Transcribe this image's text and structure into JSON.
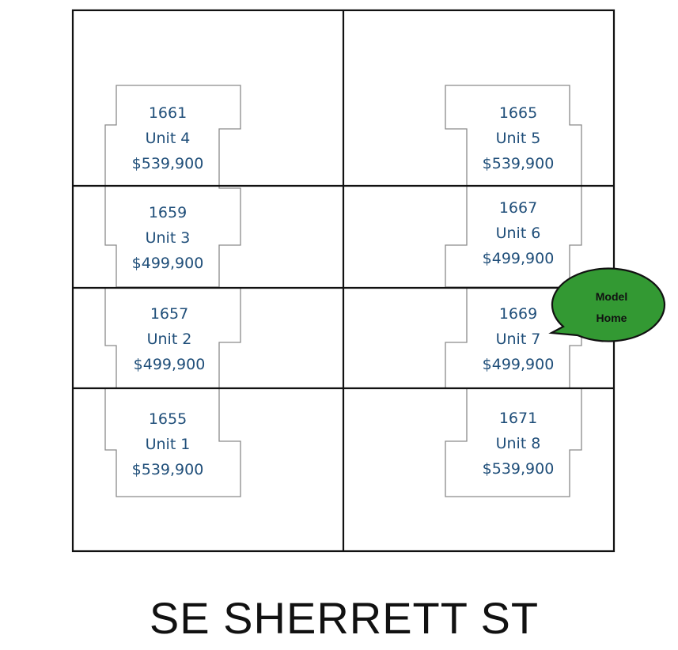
{
  "street": {
    "name": "SE SHERRETT ST"
  },
  "units": [
    {
      "address": "1661",
      "unit": "Unit 4",
      "price": "$539,900"
    },
    {
      "address": "1659",
      "unit": "Unit 3",
      "price": "$499,900"
    },
    {
      "address": "1657",
      "unit": "Unit 2",
      "price": "$499,900"
    },
    {
      "address": "1655",
      "unit": "Unit 1",
      "price": "$539,900"
    },
    {
      "address": "1665",
      "unit": "Unit 5",
      "price": "$539,900"
    },
    {
      "address": "1667",
      "unit": "Unit 6",
      "price": "$499,900"
    },
    {
      "address": "1669",
      "unit": "Unit 7",
      "price": "$499,900"
    },
    {
      "address": "1671",
      "unit": "Unit 8",
      "price": "$539,900"
    }
  ],
  "callout": {
    "line1": "Model",
    "line2": "Home"
  },
  "colors": {
    "unit_text": "#1f4e79",
    "callout_fill": "#339933",
    "lot_lines": "#111111",
    "footprint_lines": "#8a8a8a"
  }
}
